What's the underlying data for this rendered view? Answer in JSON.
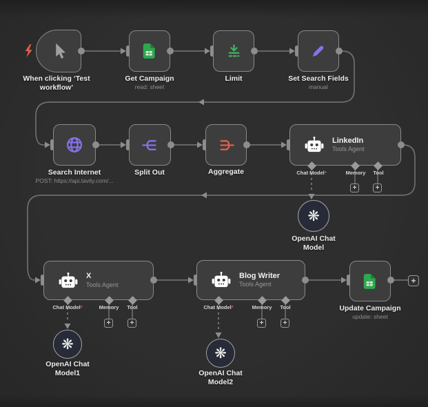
{
  "nodes": {
    "trigger": {
      "label": "When clicking ‘Test workflow’"
    },
    "get_campaign": {
      "label": "Get Campaign",
      "subtitle": "read: sheet"
    },
    "limit": {
      "label": "Limit"
    },
    "set_search_fields": {
      "label": "Set Search Fields",
      "subtitle": "manual"
    },
    "search_internet": {
      "label": "Search Internet",
      "subtitle": "POST: https://api.tavily.com/..."
    },
    "split_out": {
      "label": "Split Out"
    },
    "aggregate": {
      "label": "Aggregate"
    },
    "linkedin": {
      "title": "LinkedIn",
      "subtitle": "Tools Agent"
    },
    "x": {
      "title": "X",
      "subtitle": "Tools Agent"
    },
    "blog_writer": {
      "title": "Blog Writer",
      "subtitle": "Tools Agent"
    },
    "update_campaign": {
      "label": "Update Campaign",
      "subtitle": "update: sheet"
    },
    "openai_chat_model": {
      "label": "OpenAI Chat Model"
    },
    "openai_chat_model1": {
      "label": "OpenAI Chat Model1"
    },
    "openai_chat_model2": {
      "label": "OpenAI Chat Model2"
    }
  },
  "ports": {
    "chat_model": "Chat Model",
    "required": "*",
    "memory": "Memory",
    "tool": "Tool"
  },
  "add_button": "+",
  "colors": {
    "canvas": "#2b2b2b",
    "node_fill": "#3d3d3d",
    "node_border": "#8a8a8a",
    "wire": "#6e6e6e",
    "connector": "#8d8d8d",
    "sheets_green": "#2fa84f",
    "limit_green": "#41b45f",
    "purple": "#8374ea",
    "red_accent": "#e25c4a",
    "agent_icon": "#ffffff",
    "openai_circle_bg": "#272b38"
  }
}
